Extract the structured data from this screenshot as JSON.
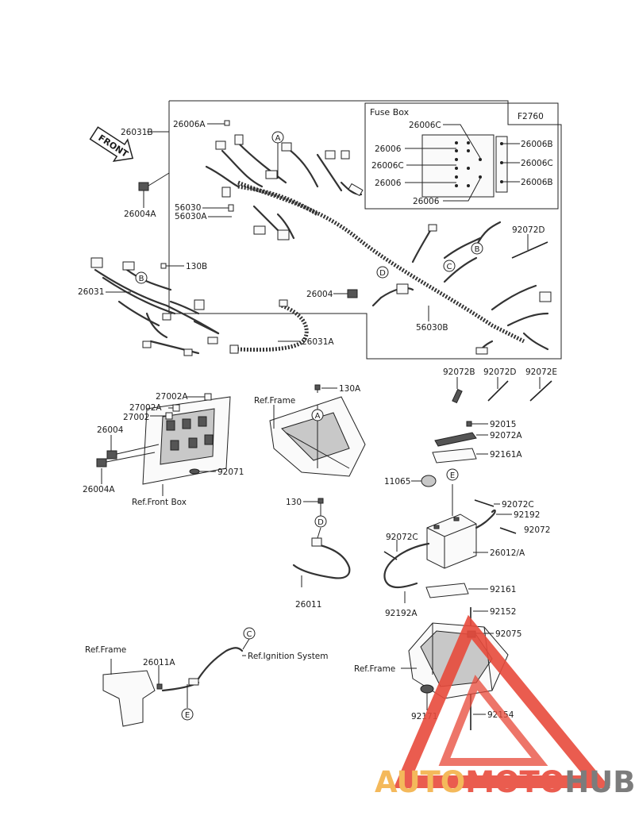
{
  "diagram": {
    "code": "F2760",
    "fuse_box_title": "Fuse Box",
    "front_arrow": "FRONT",
    "colors": {
      "line": "#222222",
      "watermark_red": "#e84b3c",
      "watermark_orange": "#f3b24a",
      "watermark_gray": "#6e6e6e"
    },
    "labels": {
      "l26031B": "26031B",
      "l26006A": "26006A",
      "l26004A_top": "26004A",
      "l56030": "56030",
      "l56030A": "56030A",
      "l26006C_top": "26006C",
      "l26006_1": "26006",
      "l26006C_2": "26006C",
      "l26006_2": "26006",
      "l26006_3": "26006",
      "l26006B_1": "26006B",
      "l26006C_3": "26006C",
      "l26006B_2": "26006B",
      "l92072D_top": "92072D",
      "l130B": "130B",
      "l26031": "26031",
      "l26004_mid": "26004",
      "l26031A": "26031A",
      "l56030B": "56030B",
      "l92072B": "92072B",
      "l92072D": "92072D",
      "l92072E": "92072E",
      "l27002A_1": "27002A",
      "l27002A_2": "27002A",
      "l27002": "27002",
      "l26004_left": "26004",
      "l26004A_left": "26004A",
      "l92071": "92071",
      "refFrontBox": "Ref.Front Box",
      "refFrame1": "Ref.Frame",
      "l130A": "130A",
      "l92015": "92015",
      "l92072A": "92072A",
      "l92161A": "92161A",
      "l11065": "11065",
      "l92072C_1": "92072C",
      "l130": "130",
      "l92192": "92192",
      "l92072": "92072",
      "l92072C_2": "92072C",
      "l26012A": "26012/A",
      "l26011": "26011",
      "l92161": "92161",
      "l92192A": "92192A",
      "l92152": "92152",
      "refFrame2": "Ref.Frame",
      "l26011A": "26011A",
      "refIgnition": "Ref.Ignition System",
      "l92075": "92075",
      "refFrame3": "Ref.Frame",
      "l92171": "92171",
      "l92154": "92154"
    },
    "callouts": {
      "A1": "A",
      "B1": "B",
      "C1": "C",
      "B2": "B",
      "D1": "D",
      "A2": "A",
      "E1": "E",
      "D2": "D",
      "C2": "C",
      "E2": "E"
    }
  },
  "watermark": {
    "part1": "AUTO",
    "part2": "MOTO",
    "part3": "HUB"
  }
}
